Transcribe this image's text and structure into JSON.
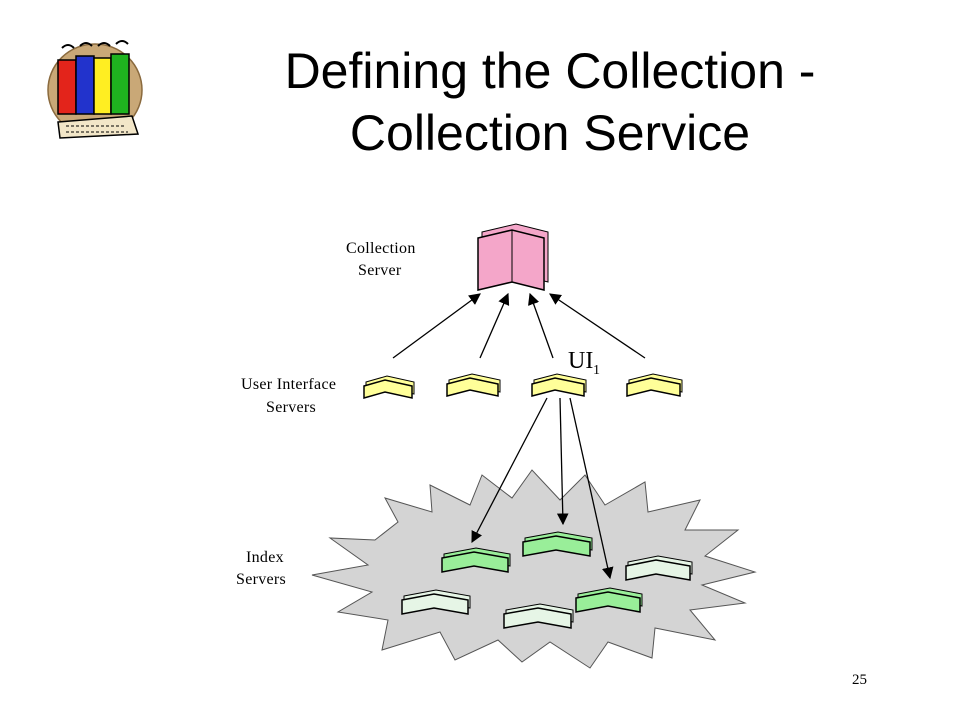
{
  "slide": {
    "title_line1": "Defining the Collection -",
    "title_line2": "Collection Service",
    "page_number": "25"
  },
  "logo": {
    "icon": "library-books-icon"
  },
  "diagram": {
    "collection_server_label_line1": "Collection",
    "collection_server_label_line2": "Server",
    "ui_servers_label_line1": "User Interface",
    "ui_servers_label_line2": "Servers",
    "ui_instance_label": "UI",
    "ui_instance_subscript": "1",
    "index_servers_label_line1": "Index",
    "index_servers_label_line2": "Servers",
    "colors": {
      "collection_server": "#f4a6c9",
      "ui_server": "#ffff99",
      "index_server_green": "#99ee99",
      "index_server_pale": "#e6f5e6",
      "cloud_fill": "#d4d4d4"
    }
  }
}
